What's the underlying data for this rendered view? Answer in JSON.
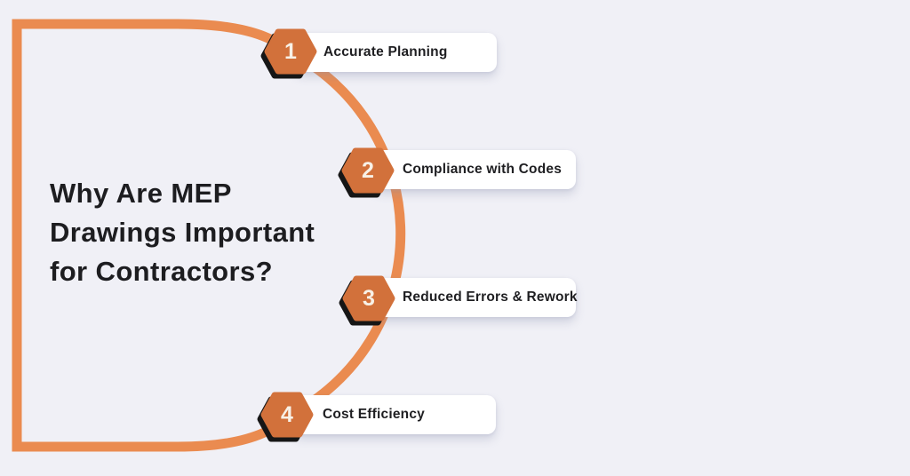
{
  "colors": {
    "background": "#F0F0F6",
    "connector": "#EA8B50",
    "hex_fill": "#D2713B",
    "hex_outline": "#161616",
    "card_bg": "#FFFFFF",
    "title_text": "#1D1D20",
    "label_text": "#1F1F22",
    "number_text": "#F8F1E7"
  },
  "title": {
    "full_text": "Why Are MEP Drawings Important for Contractors?",
    "lines": [
      "Why Are MEP",
      "Drawings Important",
      "for Contractors?"
    ]
  },
  "items": [
    {
      "number": "1",
      "label": "Accurate Planning"
    },
    {
      "number": "2",
      "label": "Compliance with Codes"
    },
    {
      "number": "3",
      "label": "Reduced Errors & Rework"
    },
    {
      "number": "4",
      "label": "Cost Efficiency"
    }
  ]
}
